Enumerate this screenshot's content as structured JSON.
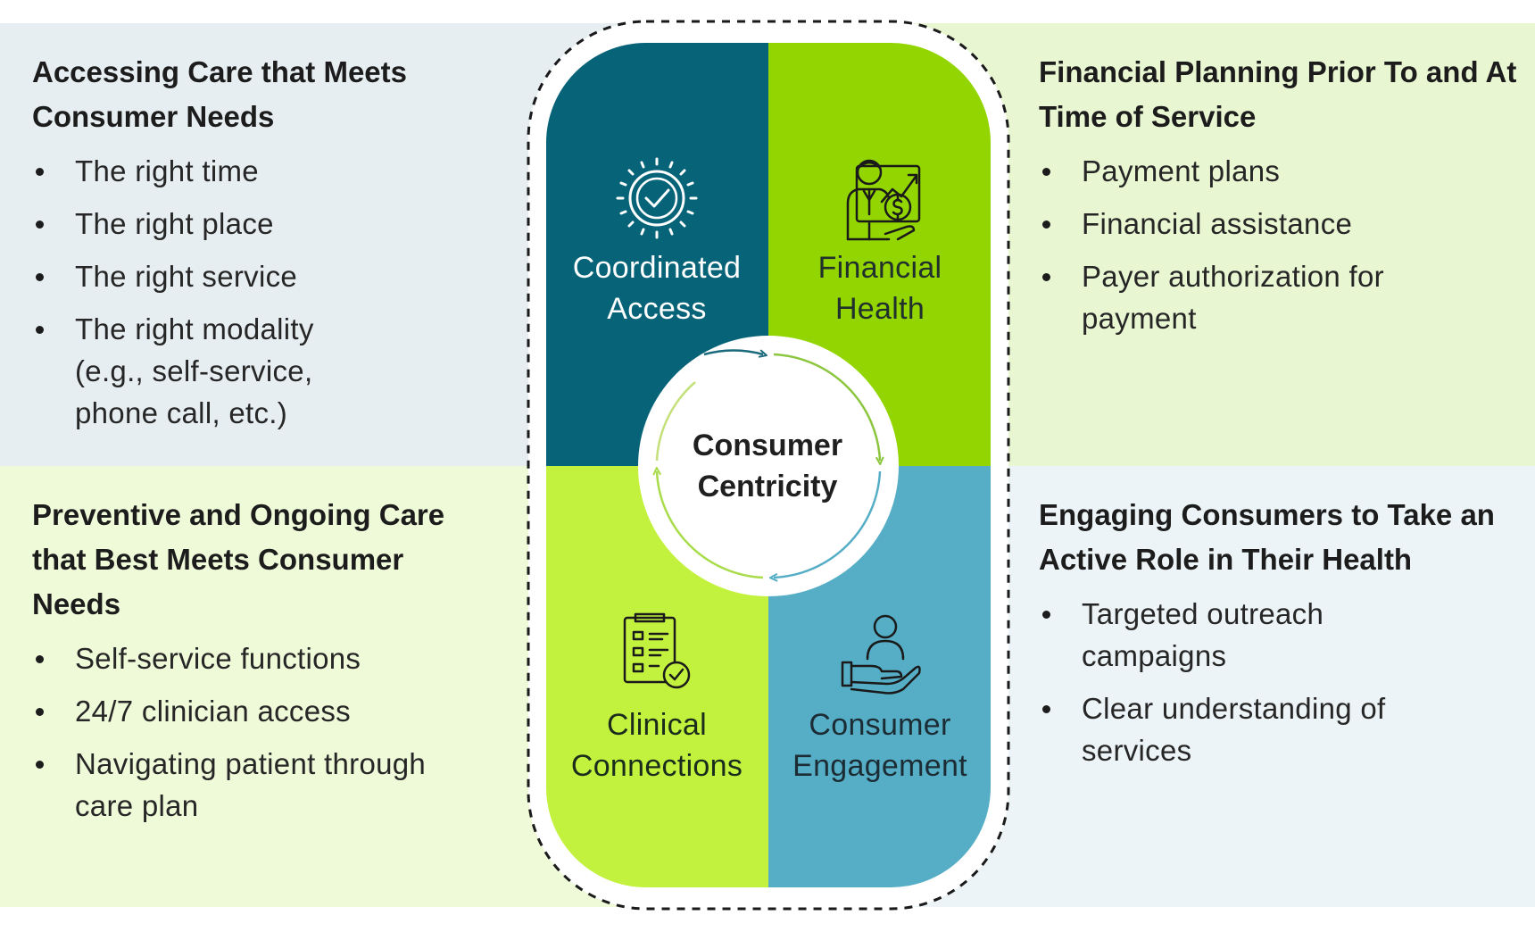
{
  "colors": {
    "dark_teal": "#076478",
    "lime_green": "#93d500",
    "light_lime": "#c2f23e",
    "light_blue": "#56aec6",
    "bg_top_left": "#e6eef2",
    "bg_top_right": "#e8f6d1",
    "bg_bottom_left": "#effad9",
    "bg_bottom_right": "#ecf4f7"
  },
  "center": {
    "title": "Consumer Centricity",
    "cells": {
      "coordinated_access": {
        "label": "Coordinated Access",
        "icon": "badge-check-icon"
      },
      "financial_health": {
        "label": "Financial Health",
        "icon": "financial-advisor-icon"
      },
      "clinical_connections": {
        "label": "Clinical Connections",
        "icon": "checklist-icon"
      },
      "consumer_engagement": {
        "label": "Consumer Engagement",
        "icon": "hand-person-icon"
      }
    }
  },
  "panels": {
    "top_left": {
      "heading": "Accessing Care that Meets Consumer Needs",
      "items": [
        "The right time",
        "The right place",
        "The right service",
        "The right modality (e.g., self-service, phone call, etc.)"
      ]
    },
    "top_right": {
      "heading": "Financial Planning Prior To and At Time of Service",
      "items": [
        "Payment plans",
        "Financial assistance",
        "Payer authorization for payment"
      ]
    },
    "bottom_left": {
      "heading": "Preventive and Ongoing Care that Best Meets Consumer Needs",
      "items": [
        "Self-service functions",
        "24/7 clinician access",
        "Navigating patient through care plan"
      ]
    },
    "bottom_right": {
      "heading": "Engaging Consumers to Take an Active Role in Their Health",
      "items": [
        "Targeted outreach campaigns",
        "Clear understanding of services"
      ]
    }
  }
}
